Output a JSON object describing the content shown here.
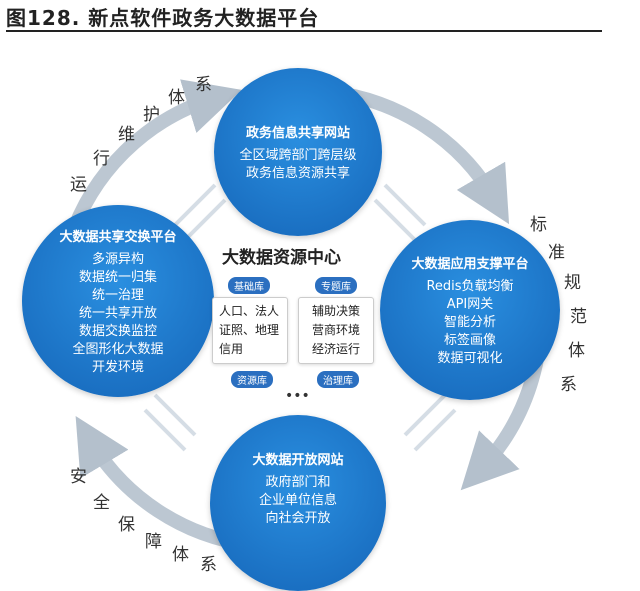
{
  "title": "图128. 新点软件政务大数据平台",
  "outer_labels": {
    "top_left": "运行维护体系",
    "right": "标准规范体系",
    "bottom_left": "安全保障体系"
  },
  "nodes": {
    "top": {
      "title": "政务信息共享网站",
      "lines": [
        "全区域跨部门跨层级",
        "政务信息资源共享"
      ]
    },
    "left": {
      "title": "大数据共享交换平台",
      "lines": [
        "多源异构",
        "数据统一归集",
        "统一治理",
        "统一共享开放",
        "数据交换监控",
        "全图形化大数据",
        "开发环境"
      ]
    },
    "right": {
      "title": "大数据应用支撑平台",
      "lines": [
        "Redis负载均衡",
        "API网关",
        "智能分析",
        "标签画像",
        "数据可视化"
      ]
    },
    "bottom": {
      "title": "大数据开放网站",
      "lines": [
        "政府部门和",
        "企业单位信息",
        "向社会开放"
      ]
    }
  },
  "center": {
    "title": "大数据资源中心",
    "pills": [
      "基础库",
      "专题库",
      "资源库",
      "治理库"
    ],
    "box_left": [
      "人口、法人",
      "证照、地理",
      "信用"
    ],
    "box_right": [
      "辅助决策",
      "营商环境",
      "经济运行"
    ],
    "more": "•••"
  },
  "colors": {
    "circle": "#1a72c8",
    "ring": "#b8c4d0"
  }
}
